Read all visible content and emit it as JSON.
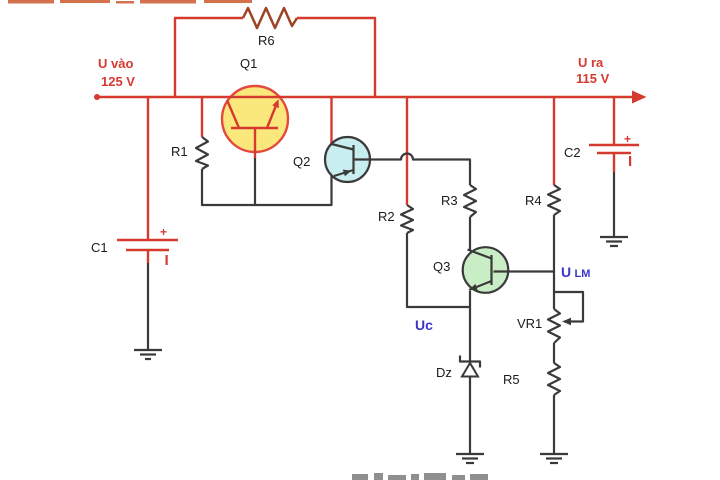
{
  "diagram": {
    "type": "circuit-schematic"
  },
  "labels": {
    "u_in_line1": "U vào",
    "u_in_line2": "125 V",
    "u_out_line1": "U ra",
    "u_out_line2": "115 V",
    "uc": "Uc",
    "u_lm": "U",
    "u_lm_sub": "LM",
    "c1_plus": "+",
    "c2_plus": "+"
  },
  "components": {
    "q1": "Q1",
    "q2": "Q2",
    "q3": "Q3",
    "r1": "R1",
    "r2": "R2",
    "r3": "R3",
    "r4": "R4",
    "r5": "R5",
    "r6": "R6",
    "vr1": "VR1",
    "c1": "C1",
    "c2": "C2",
    "dz": "Dz"
  },
  "colors": {
    "background": "#ffffff",
    "wire_red": "#d63a2f",
    "wire_black": "#3a3a3a",
    "resistor_r6": "#9c4423",
    "q1_fill": "#fbe87c",
    "q1_stroke": "#e5483c",
    "q2_fill": "#c9eef0",
    "q3_fill": "#c9edc5",
    "label_black": "#1a1a1a",
    "label_blue": "#3a35c9"
  }
}
